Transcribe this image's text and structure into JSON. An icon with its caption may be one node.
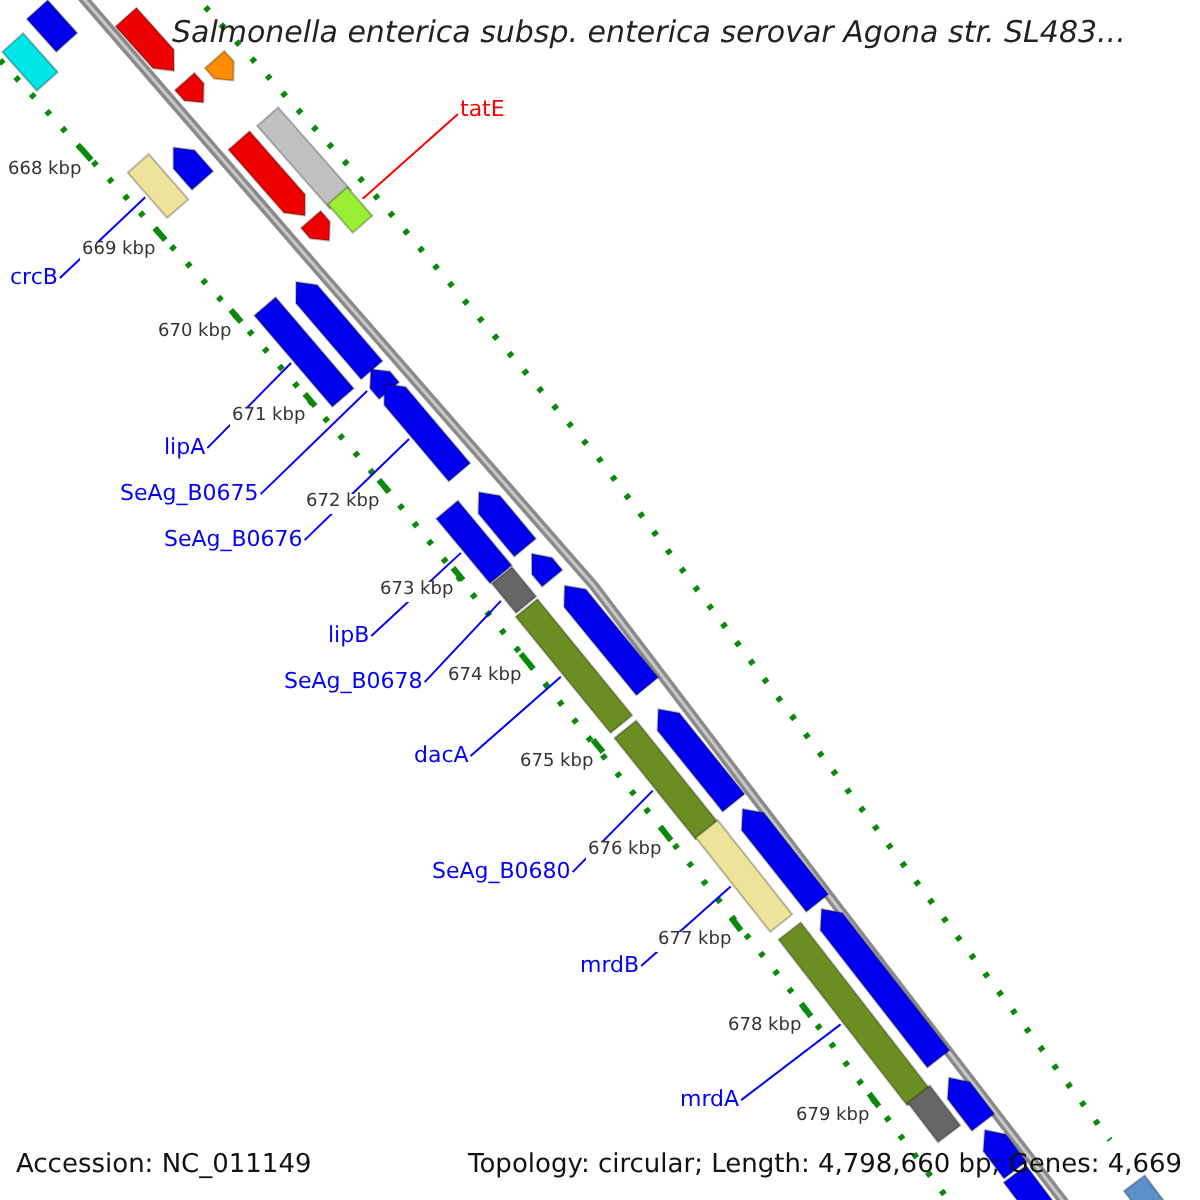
{
  "diagram": {
    "title": "Salmonella enterica subsp. enterica serovar Agona str. SL483...",
    "nodes": [
      {
        "text": [
          "tatE"
        ]
      },
      {
        "text": [
          "crcB"
        ]
      },
      {
        "text": [
          "lipA"
        ]
      },
      {
        "text": [
          "SeAg_B0675"
        ]
      },
      {
        "text": [
          "SeAg_B0676"
        ]
      },
      {
        "text": [
          "lipB"
        ]
      },
      {
        "text": [
          "SeAg_B0678"
        ]
      },
      {
        "text": [
          "dacA"
        ]
      },
      {
        "text": [
          "SeAg_B0680"
        ]
      },
      {
        "text": [
          "mrdB"
        ]
      },
      {
        "text": [
          "mrdA"
        ]
      },
      {
        "text": [],
        "shape": "bar"
      },
      {
        "text": [],
        "shape": "bar"
      },
      {
        "text": [],
        "shape": "arrow"
      },
      {
        "text": [],
        "shape": "arrow"
      },
      {
        "text": [],
        "shape": "arrow"
      },
      {
        "text": [],
        "shape": "bar"
      },
      {
        "text": [],
        "shape": "arrow"
      },
      {
        "text": [],
        "shape": "arrow"
      },
      {
        "text": [],
        "shape": "bar"
      },
      {
        "text": [],
        "shape": "bar"
      },
      {
        "text": [],
        "shape": "arrow"
      },
      {
        "text": [],
        "shape": "arrow"
      },
      {
        "text": [],
        "shape": "bar"
      },
      {
        "text": [],
        "shape": "arrow"
      },
      {
        "text": [],
        "shape": "arrow"
      },
      {
        "text": [],
        "shape": "arrow"
      },
      {
        "text": [],
        "shape": "bar"
      },
      {
        "text": [],
        "shape": "arrow"
      },
      {
        "text": [],
        "shape": "bar"
      },
      {
        "text": [],
        "shape": "arrow"
      },
      {
        "text": [],
        "shape": "bar"
      },
      {
        "text": [],
        "shape": "arrow"
      },
      {
        "text": [],
        "shape": "bar"
      },
      {
        "text": [],
        "shape": "arrow"
      },
      {
        "text": [],
        "shape": "bar"
      },
      {
        "text": [],
        "shape": "arrow"
      },
      {
        "text": [],
        "shape": "bar"
      },
      {
        "text": [],
        "shape": "arrow"
      },
      {
        "text": [],
        "shape": "bar"
      },
      {
        "text": [],
        "shape": "arrow"
      },
      {
        "text": [],
        "shape": "bar"
      },
      {
        "text": [],
        "shape": "bar"
      }
    ],
    "edges": [
      {
        "from": 0,
        "to": 20,
        "arrow": "none",
        "color": "#ff0000"
      },
      {
        "from": 1,
        "to": 19,
        "arrow": "none"
      },
      {
        "from": 2,
        "to": 23,
        "arrow": "none"
      },
      {
        "from": 3,
        "to": 24,
        "arrow": "none"
      },
      {
        "from": 4,
        "to": 25,
        "arrow": "none"
      },
      {
        "from": 5,
        "to": 27,
        "arrow": "none"
      },
      {
        "from": 6,
        "to": 29,
        "arrow": "none"
      },
      {
        "from": 7,
        "to": 31,
        "arrow": "none"
      },
      {
        "from": 8,
        "to": 33,
        "arrow": "none"
      },
      {
        "from": 9,
        "to": 35,
        "arrow": "none"
      },
      {
        "from": 10,
        "to": 37,
        "arrow": "none"
      }
    ],
    "labels": [
      "668 kbp",
      "669 kbp",
      "670 kbp",
      "671 kbp",
      "672 kbp",
      "673 kbp",
      "674 kbp",
      "675 kbp",
      "676 kbp",
      "677 kbp",
      "678 kbp",
      "679 kbp",
      "Accession: NC_011149",
      "Topology: circular; Length: 4,798,660 bp; Genes: 4,669"
    ]
  }
}
